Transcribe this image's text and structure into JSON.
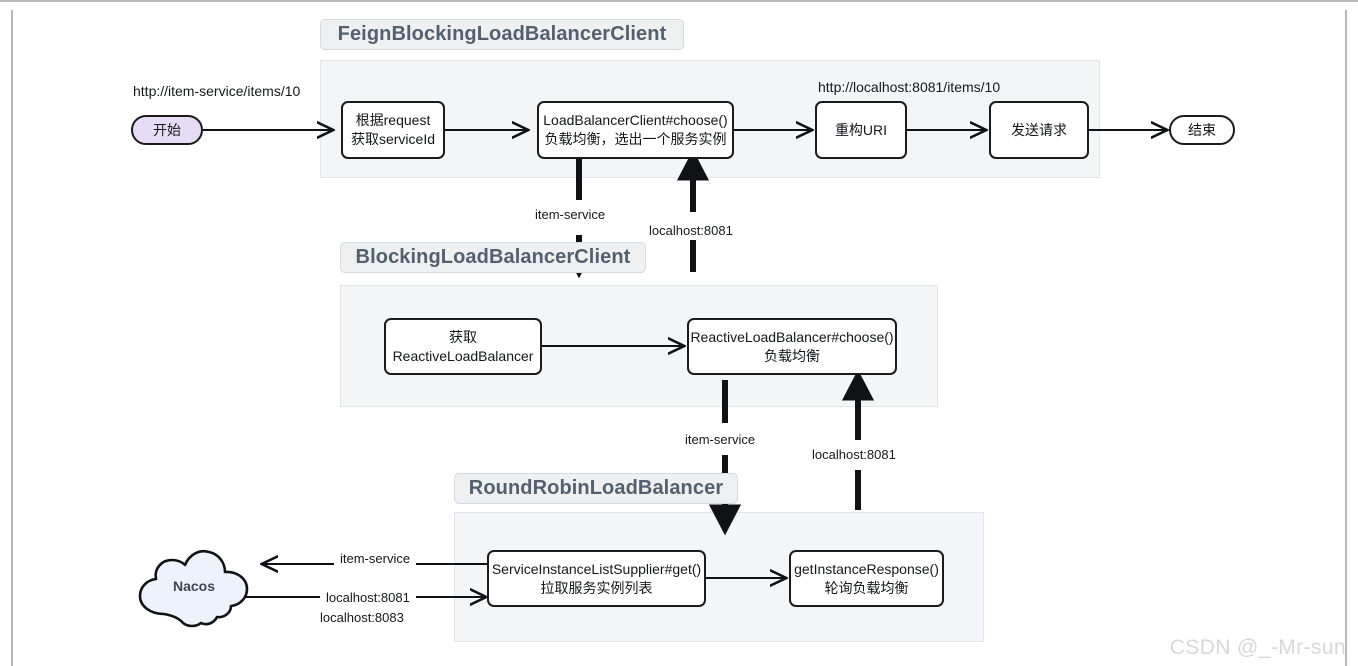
{
  "groups": [
    {
      "title": "FeignBlockingLoadBalancerClient"
    },
    {
      "title": "BlockingLoadBalancerClient"
    },
    {
      "title": "RoundRobinLoadBalancer"
    }
  ],
  "nodes": {
    "start": "开始",
    "end": "结束",
    "get_service_id_l1": "根据request",
    "get_service_id_l2": "获取serviceId",
    "lb_choose_l1": "LoadBalancerClient#choose()",
    "lb_choose_l2": "负载均衡，选出一个服务实例",
    "rebuild_uri": "重构URI",
    "send_request": "发送请求",
    "get_reactive_l1": "获取",
    "get_reactive_l2": "ReactiveLoadBalancer",
    "reactive_choose_l1": "ReactiveLoadBalancer#choose()",
    "reactive_choose_l2": "负载均衡",
    "supplier_get_l1": "ServiceInstanceListSupplier#get()",
    "supplier_get_l2": "拉取服务实例列表",
    "instance_response_l1": "getInstanceResponse()",
    "instance_response_l2": "轮询负载均衡",
    "nacos": "Nacos"
  },
  "labels": {
    "request_url": "http://item-service/items/10",
    "resolved_url": "http://localhost:8081/items/10",
    "item_service_1": "item-service",
    "localhost_8081_1": "localhost:8081",
    "item_service_2": "item-service",
    "localhost_8081_2": "localhost:8081",
    "item_service_3": "item-service",
    "localhost_8081_3": "localhost:8081",
    "nacos_out": "item-service",
    "nacos_in_1": "localhost:8081",
    "nacos_in_2": "localhost:8083"
  },
  "watermark": "CSDN @_-Mr-sun",
  "colors": {
    "start_fill": "#e6dcf5",
    "cloud_fill": "#eef3fb",
    "panel_fill": "#f4f5f7",
    "title_fill": "#eef0f2",
    "title_text": "#54606e",
    "stroke": "#1b1b1b"
  }
}
